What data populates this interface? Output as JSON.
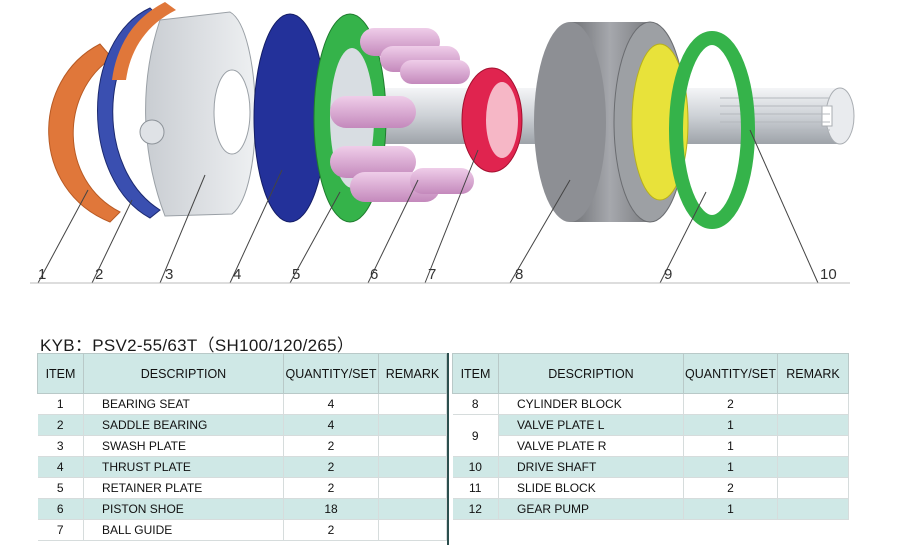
{
  "callouts": [
    "1",
    "2",
    "3",
    "4",
    "5",
    "6",
    "7",
    "8",
    "9",
    "10"
  ],
  "title": "KYB：PSV2-55/63T（SH100/120/265）",
  "table": {
    "headers": [
      "ITEM",
      "DESCRIPTION",
      "QUANTITY/SET",
      "REMARK"
    ],
    "left_rows": [
      {
        "item": "1",
        "desc": "BEARING SEAT",
        "qty": "4",
        "remark": ""
      },
      {
        "item": "2",
        "desc": "SADDLE BEARING",
        "qty": "4",
        "remark": ""
      },
      {
        "item": "3",
        "desc": "SWASH PLATE",
        "qty": "2",
        "remark": ""
      },
      {
        "item": "4",
        "desc": "THRUST PLATE",
        "qty": "2",
        "remark": ""
      },
      {
        "item": "5",
        "desc": "RETAINER PLATE",
        "qty": "2",
        "remark": ""
      },
      {
        "item": "6",
        "desc": "PISTON SHOE",
        "qty": "18",
        "remark": ""
      },
      {
        "item": "7",
        "desc": "BALL GUIDE",
        "qty": "2",
        "remark": ""
      }
    ],
    "right_rows": [
      {
        "item": "8",
        "desc": "CYLINDER BLOCK",
        "qty": "2",
        "remark": ""
      },
      {
        "item": "9",
        "desc": "VALVE PLATE  L",
        "qty": "1",
        "remark": ""
      },
      {
        "item": "",
        "desc": "VALVE PLATE  R",
        "qty": "1",
        "remark": ""
      },
      {
        "item": "10",
        "desc": "DRIVE SHAFT",
        "qty": "1",
        "remark": ""
      },
      {
        "item": "11",
        "desc": "SLIDE BLOCK",
        "qty": "2",
        "remark": ""
      },
      {
        "item": "12",
        "desc": "GEAR PUMP",
        "qty": "1",
        "remark": ""
      }
    ]
  },
  "colors": {
    "header_bg": "#cfe8e6",
    "rule": "#2c4f4e",
    "bearing_orange": "#e0773a",
    "thrust_blue": "#23319a",
    "retainer_green": "#35b34a",
    "piston_pink": "#d9a6d2",
    "ball_guide_red": "#e0244f",
    "cylinder_gray": "#8d8f94",
    "valve_yellow": "#e8e23a"
  }
}
